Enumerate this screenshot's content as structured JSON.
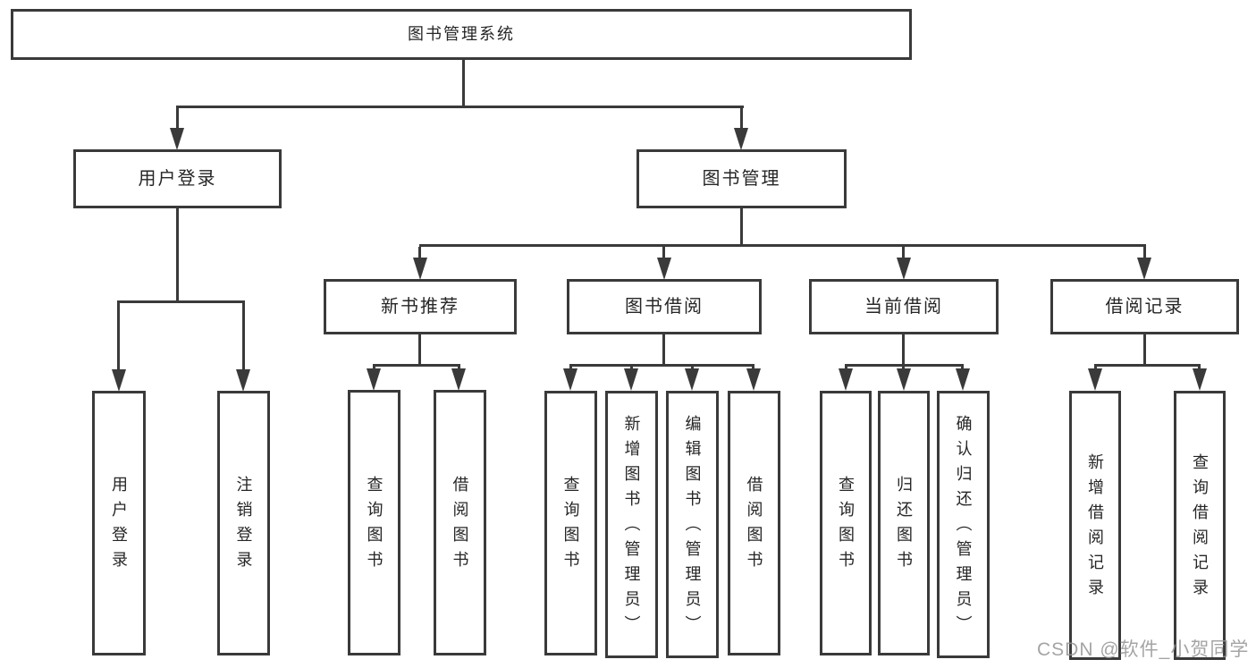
{
  "diagram": {
    "title": "图书管理系统",
    "nodes": {
      "root": "图书管理系统",
      "user_login": "用户登录",
      "book_mgmt": "图书管理",
      "new_book_rec": "新书推荐",
      "book_borrow": "图书借阅",
      "current_borrow": "当前借阅",
      "borrow_record": "借阅记录",
      "leaf_user_login": "用户登录",
      "leaf_logout": "注销登录",
      "leaf_newrec_query": "查询图书",
      "leaf_newrec_borrow": "借阅图书",
      "leaf_bb_query": "查询图书",
      "leaf_bb_add": "新增图书（管理员）",
      "leaf_bb_edit": "编辑图书（管理员）",
      "leaf_bb_borrow": "借阅图书",
      "leaf_cb_query": "查询图书",
      "leaf_cb_return": "归还图书",
      "leaf_cb_confirm": "确认归还（管理员）",
      "leaf_br_add": "新增借阅记录",
      "leaf_br_query": "查询借阅记录"
    },
    "colors": {
      "line": "#3a3a3a",
      "text": "#262626",
      "background": "#ffffff",
      "watermark_text_color": "#949494"
    }
  },
  "watermark": "CSDN @软件_小贺同学"
}
